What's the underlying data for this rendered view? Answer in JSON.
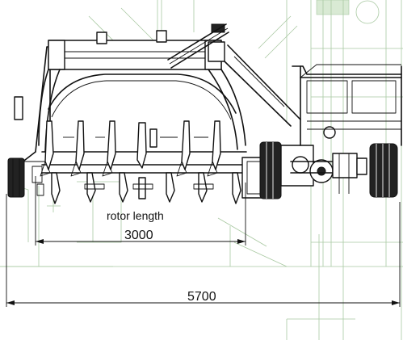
{
  "labels": {
    "rotor_caption": "rotor length",
    "rotor_dimension": "3000",
    "overall_dimension": "5700"
  },
  "colors": {
    "line": "#111111",
    "background_lines": "#a9c9a2",
    "background_fill": "#d9ead4",
    "paper": "#ffffff"
  }
}
